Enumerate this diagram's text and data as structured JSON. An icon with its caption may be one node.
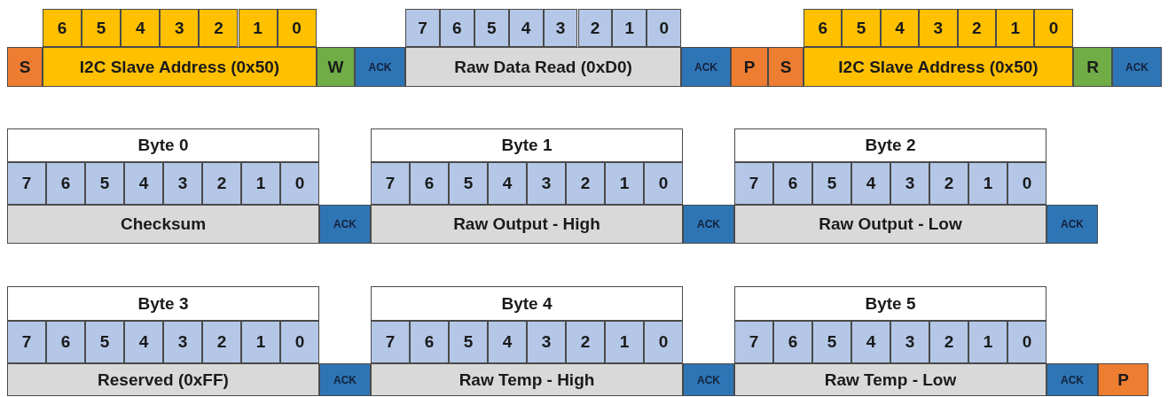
{
  "diagram": {
    "nodes": [
      {
        "text": [
          "6"
        ]
      },
      {
        "text": [
          "5"
        ]
      },
      {
        "text": [
          "4"
        ]
      },
      {
        "text": [
          "3"
        ]
      },
      {
        "text": [
          "2"
        ]
      },
      {
        "text": [
          "1"
        ]
      },
      {
        "text": [
          "0"
        ]
      },
      {
        "text": [
          "7"
        ]
      },
      {
        "text": [
          "6"
        ]
      },
      {
        "text": [
          "5"
        ]
      },
      {
        "text": [
          "4"
        ]
      },
      {
        "text": [
          "3"
        ]
      },
      {
        "text": [
          "2"
        ]
      },
      {
        "text": [
          "1"
        ]
      },
      {
        "text": [
          "0"
        ]
      },
      {
        "text": [
          "6"
        ]
      },
      {
        "text": [
          "5"
        ]
      },
      {
        "text": [
          "4"
        ]
      },
      {
        "text": [
          "3"
        ]
      },
      {
        "text": [
          "2"
        ]
      },
      {
        "text": [
          "1"
        ]
      },
      {
        "text": [
          "0"
        ]
      },
      {
        "text": [
          "S"
        ]
      },
      {
        "text": [
          "I2C Slave Address (0x50)"
        ]
      },
      {
        "text": [
          "W"
        ]
      },
      {
        "text": [
          "ACK"
        ]
      },
      {
        "text": [
          "Raw Data Read (0xD0)"
        ]
      },
      {
        "text": [
          "ACK"
        ]
      },
      {
        "text": [
          "P"
        ]
      },
      {
        "text": [
          "S"
        ]
      },
      {
        "text": [
          "I2C Slave Address (0x50)"
        ]
      },
      {
        "text": [
          "R"
        ]
      },
      {
        "text": [
          "ACK"
        ]
      },
      {
        "text": [
          "Byte 0"
        ]
      },
      {
        "text": [
          "Byte 1"
        ]
      },
      {
        "text": [
          "Byte 2"
        ]
      },
      {
        "text": [
          "7"
        ]
      },
      {
        "text": [
          "6"
        ]
      },
      {
        "text": [
          "5"
        ]
      },
      {
        "text": [
          "4"
        ]
      },
      {
        "text": [
          "3"
        ]
      },
      {
        "text": [
          "2"
        ]
      },
      {
        "text": [
          "1"
        ]
      },
      {
        "text": [
          "0"
        ]
      },
      {
        "text": [
          "7"
        ]
      },
      {
        "text": [
          "6"
        ]
      },
      {
        "text": [
          "5"
        ]
      },
      {
        "text": [
          "4"
        ]
      },
      {
        "text": [
          "3"
        ]
      },
      {
        "text": [
          "2"
        ]
      },
      {
        "text": [
          "1"
        ]
      },
      {
        "text": [
          "0"
        ]
      },
      {
        "text": [
          "7"
        ]
      },
      {
        "text": [
          "6"
        ]
      },
      {
        "text": [
          "5"
        ]
      },
      {
        "text": [
          "4"
        ]
      },
      {
        "text": [
          "3"
        ]
      },
      {
        "text": [
          "2"
        ]
      },
      {
        "text": [
          "1"
        ]
      },
      {
        "text": [
          "0"
        ]
      },
      {
        "text": [
          "Checksum"
        ]
      },
      {
        "text": [
          "ACK"
        ]
      },
      {
        "text": [
          "Raw Output - High"
        ]
      },
      {
        "text": [
          "ACK"
        ]
      },
      {
        "text": [
          "Raw Output - Low"
        ]
      },
      {
        "text": [
          "ACK"
        ]
      },
      {
        "text": [
          "Byte 3"
        ]
      },
      {
        "text": [
          "Byte 4"
        ]
      },
      {
        "text": [
          "Byte 5"
        ]
      },
      {
        "text": [
          "7"
        ]
      },
      {
        "text": [
          "6"
        ]
      },
      {
        "text": [
          "5"
        ]
      },
      {
        "text": [
          "4"
        ]
      },
      {
        "text": [
          "3"
        ]
      },
      {
        "text": [
          "2"
        ]
      },
      {
        "text": [
          "1"
        ]
      },
      {
        "text": [
          "0"
        ]
      },
      {
        "text": [
          "7"
        ]
      },
      {
        "text": [
          "6"
        ]
      },
      {
        "text": [
          "5"
        ]
      },
      {
        "text": [
          "4"
        ]
      },
      {
        "text": [
          "3"
        ]
      },
      {
        "text": [
          "2"
        ]
      },
      {
        "text": [
          "1"
        ]
      },
      {
        "text": [
          "0"
        ]
      },
      {
        "text": [
          "7"
        ]
      },
      {
        "text": [
          "6"
        ]
      },
      {
        "text": [
          "5"
        ]
      },
      {
        "text": [
          "4"
        ]
      },
      {
        "text": [
          "3"
        ]
      },
      {
        "text": [
          "2"
        ]
      },
      {
        "text": [
          "1"
        ]
      },
      {
        "text": [
          "0"
        ]
      },
      {
        "text": [
          "Reserved (0xFF)"
        ]
      },
      {
        "text": [
          "ACK"
        ]
      },
      {
        "text": [
          "Raw Temp - High"
        ]
      },
      {
        "text": [
          "ACK"
        ]
      },
      {
        "text": [
          "Raw Temp - Low"
        ]
      },
      {
        "text": [
          "ACK"
        ]
      },
      {
        "text": [
          "P"
        ]
      }
    ]
  }
}
